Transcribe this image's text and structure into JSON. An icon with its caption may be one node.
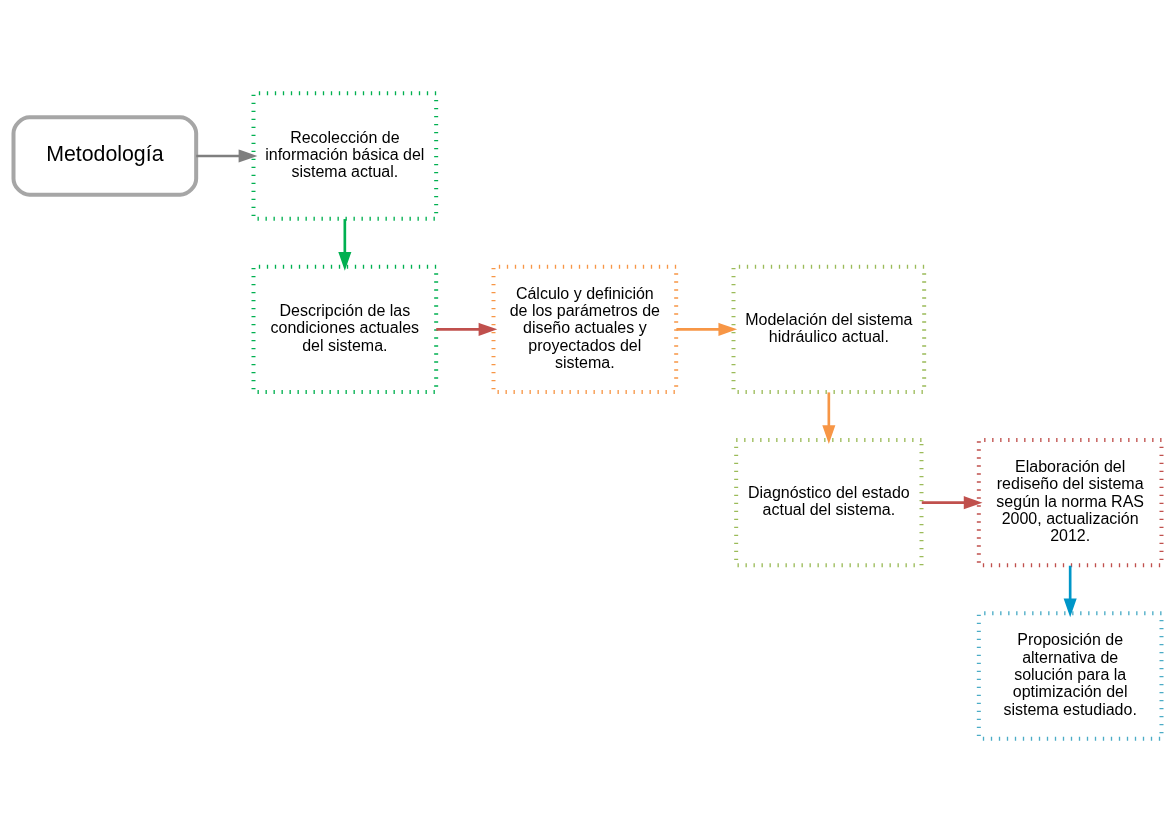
{
  "diagram": {
    "nodes": [
      {
        "text": [
          "Metodología"
        ]
      },
      {
        "text": [
          "Recolección de información básica del sistema actual."
        ]
      },
      {
        "text": [
          "Descripción de las condiciones actuales del sistema."
        ]
      },
      {
        "text": [
          "Cálculo y definición de los parámetros de diseño actuales y proyectados del sistema."
        ]
      },
      {
        "text": [
          "Modelación del sistema hidráulico actual."
        ]
      },
      {
        "text": [
          "Diagnóstico del estado actual del sistema."
        ]
      },
      {
        "text": [
          "Elaboración del rediseño del sistema según la norma RAS 2000, actualización 2012."
        ]
      },
      {
        "text": [
          "Proposición de alternativa de solución para la optimización del sistema estudiado."
        ]
      }
    ],
    "edges": [
      {
        "from": 0,
        "to": 1,
        "arrow": "to",
        "color": "#7f7f7f"
      },
      {
        "from": 1,
        "to": 2,
        "arrow": "to",
        "color": "#00b050"
      },
      {
        "from": 2,
        "to": 3,
        "arrow": "to",
        "color": "#c0504d"
      },
      {
        "from": 3,
        "to": 4,
        "arrow": "to",
        "color": "#f79646"
      },
      {
        "from": 4,
        "to": 5,
        "arrow": "to",
        "color": "#f79646"
      },
      {
        "from": 5,
        "to": 6,
        "arrow": "to",
        "color": "#c0504d"
      },
      {
        "from": 6,
        "to": 7,
        "arrow": "to",
        "color": "#0096c8"
      }
    ]
  }
}
